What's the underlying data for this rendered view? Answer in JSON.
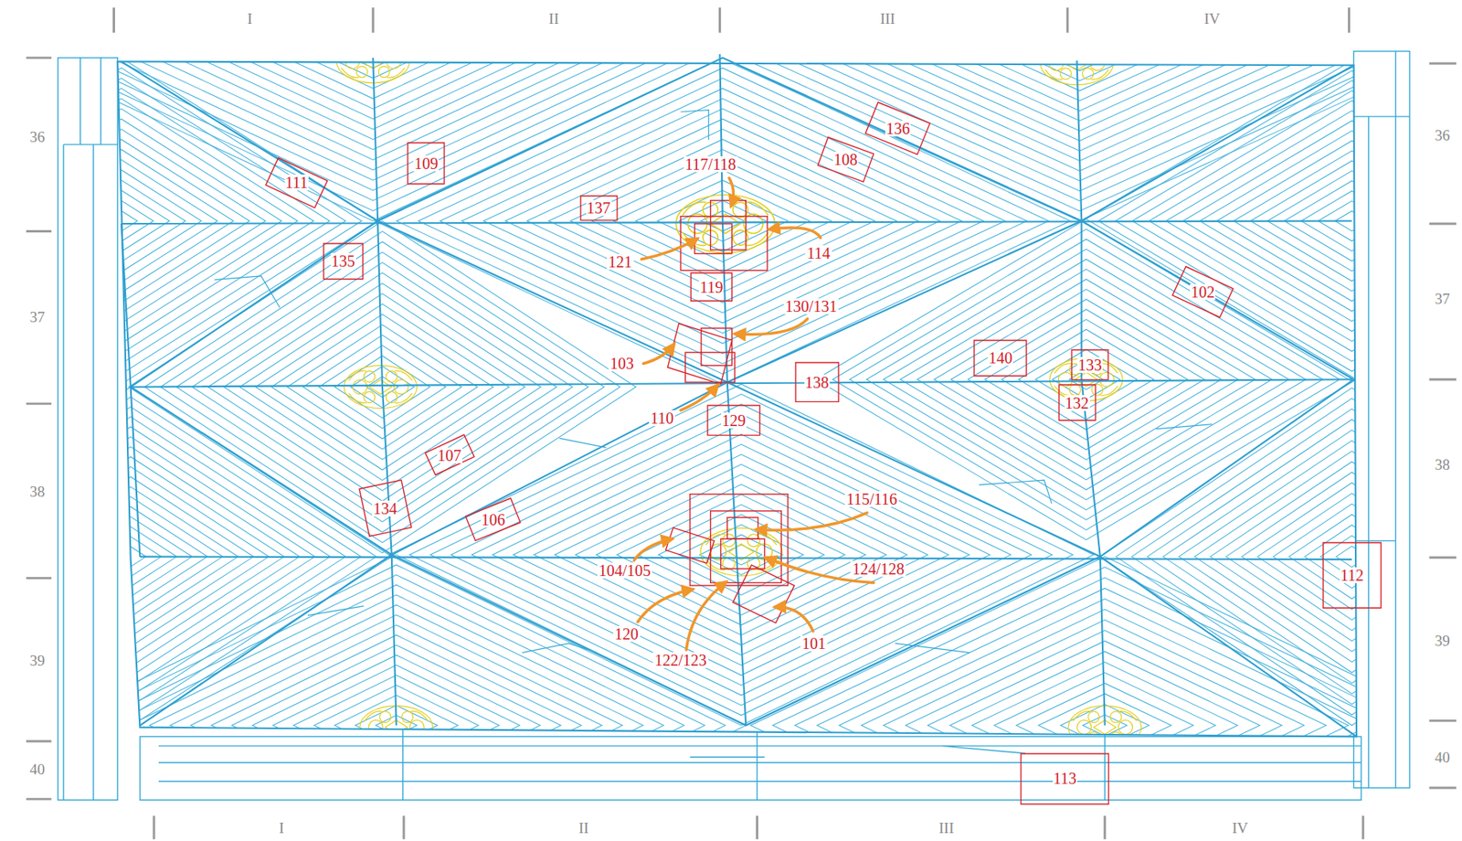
{
  "diagram": {
    "nodes": [
      {
        "text": [
          "136"
        ]
      },
      {
        "text": [
          "108"
        ]
      },
      {
        "text": [
          "109"
        ]
      },
      {
        "text": [
          "111"
        ]
      },
      {
        "text": [
          "137"
        ]
      },
      {
        "text": [
          "135"
        ]
      },
      {
        "text": [
          "119"
        ]
      },
      {
        "text": [
          "102"
        ]
      },
      {
        "text": [
          "140"
        ]
      },
      {
        "text": [
          "133"
        ]
      },
      {
        "text": [
          "138"
        ]
      },
      {
        "text": [
          "132"
        ]
      },
      {
        "text": [
          "129"
        ]
      },
      {
        "text": [
          "107"
        ]
      },
      {
        "text": [
          "134"
        ]
      },
      {
        "text": [
          "106"
        ]
      },
      {
        "text": [
          "112"
        ]
      },
      {
        "text": [
          "113"
        ]
      }
    ],
    "labels": [
      "I",
      "II",
      "III",
      "IV",
      "36",
      "37",
      "38",
      "39",
      "40",
      "36",
      "37",
      "38",
      "39",
      "40",
      "117/118",
      "121",
      "114",
      "130/131",
      "103",
      "110",
      "115/116",
      "104/105",
      "124/128",
      "120",
      "122/123",
      "101",
      "I",
      "II",
      "III",
      "IV"
    ]
  }
}
